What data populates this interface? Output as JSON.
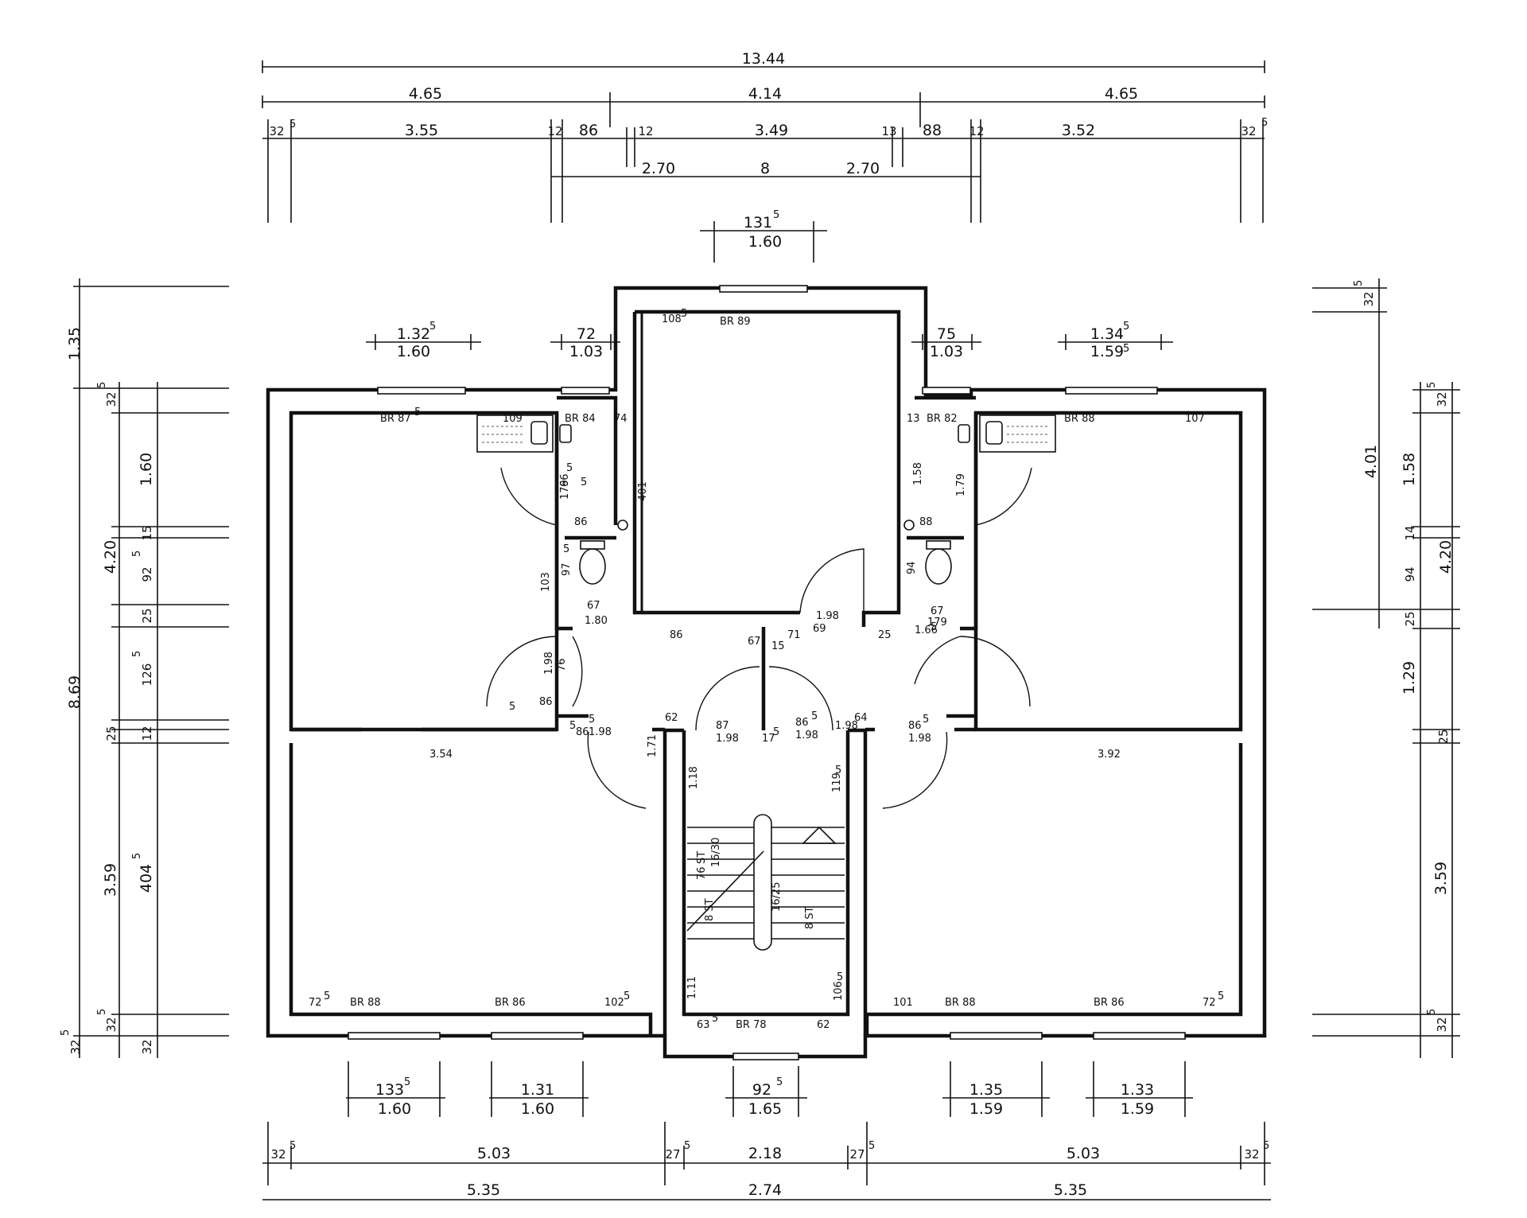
{
  "dimensions": {
    "top_total": "13.44",
    "top_row1": [
      "4.65",
      "4.14",
      "4.65"
    ],
    "top_row2": [
      "32",
      "5",
      "3.55",
      "12",
      "86",
      "12",
      "3.49",
      "13",
      "88",
      "12",
      "3.52",
      "32",
      "5"
    ],
    "top_row3": [
      "2.70",
      "8",
      "2.70"
    ],
    "top_center_upper": "131",
    "top_center_sup": "5",
    "top_center_lower": "1.60",
    "bottom_total_left": "5.35",
    "bottom_total_mid": "2.74",
    "bottom_total_right": "5.35",
    "bottom_row2_left": "5.03",
    "bottom_row2_mid": "2.18",
    "bottom_row2_right": "5.03",
    "bottom_row2_ends": [
      "32",
      "5",
      "27",
      "5",
      "27",
      "5",
      "32",
      "5"
    ],
    "bottom_windows": [
      {
        "upper": "133",
        "sup": "5",
        "lower": "1.60"
      },
      {
        "upper": "1.31",
        "sup": "",
        "lower": "1.60"
      },
      {
        "upper": "92",
        "sup": "5",
        "lower": "1.65"
      },
      {
        "upper": "1.35",
        "sup": "",
        "lower": "1.59"
      },
      {
        "upper": "1.33",
        "sup": "",
        "lower": "1.59"
      }
    ],
    "left_total": "8.69",
    "left_top": "1.35",
    "left_values": [
      "32",
      "5",
      "1.60",
      "4.20",
      "15",
      "92",
      "5",
      "25",
      "126",
      "5",
      "25",
      "12",
      "3.59",
      "404",
      "5",
      "32",
      "5",
      "32",
      "5",
      "32"
    ],
    "right_values": [
      "32",
      "5",
      "4.01",
      "32",
      "5",
      "1.58",
      "14",
      "4.20",
      "94",
      "25",
      "1.29",
      "25",
      "3.59",
      "32",
      "5"
    ]
  },
  "upper_window_labels": [
    {
      "upper": "1.32",
      "sup": "5",
      "lower": "1.60"
    },
    {
      "upper": "72",
      "sup": "",
      "lower": "1.03"
    },
    {
      "upper": "75",
      "sup": "",
      "lower": "1.03"
    },
    {
      "upper": "1.34",
      "sup": "5",
      "lower": "1.59",
      "lower_sup": "5"
    }
  ],
  "sill_labels": [
    "BR 87",
    "5",
    "BR 84",
    "BR 89",
    "BR 82",
    "BR 88",
    "BR 88",
    "BR 86",
    "BR 78",
    "BR 88",
    "BR 86"
  ],
  "room_labels": [
    "108",
    "5",
    "109",
    "107",
    "74",
    "13",
    "401",
    "1.58",
    "66",
    "5",
    "179",
    "5",
    "86",
    "88",
    "1.79",
    "103",
    "97",
    "5",
    "94",
    "67",
    "1.80",
    "67",
    "179",
    "5",
    "1.66",
    "86",
    "1.98",
    "69",
    "25",
    "15",
    "71",
    "67",
    "1.98",
    "76",
    "5",
    "86",
    "5",
    "1.98",
    "62",
    "87",
    "1.98",
    "86",
    "5",
    "1.98",
    "64",
    "86",
    "5",
    "1.98",
    "86",
    "5",
    "1.98",
    "3.54",
    "3.92",
    "1.71",
    "1.18",
    "119",
    "5",
    "17",
    "5",
    "76",
    "ST",
    "16/30",
    "8 ST",
    "16/25",
    "8 ST",
    "72",
    "5",
    "102",
    "5",
    "101",
    "72",
    "5",
    "63",
    "5",
    "62",
    "106",
    "5",
    "1.11"
  ]
}
